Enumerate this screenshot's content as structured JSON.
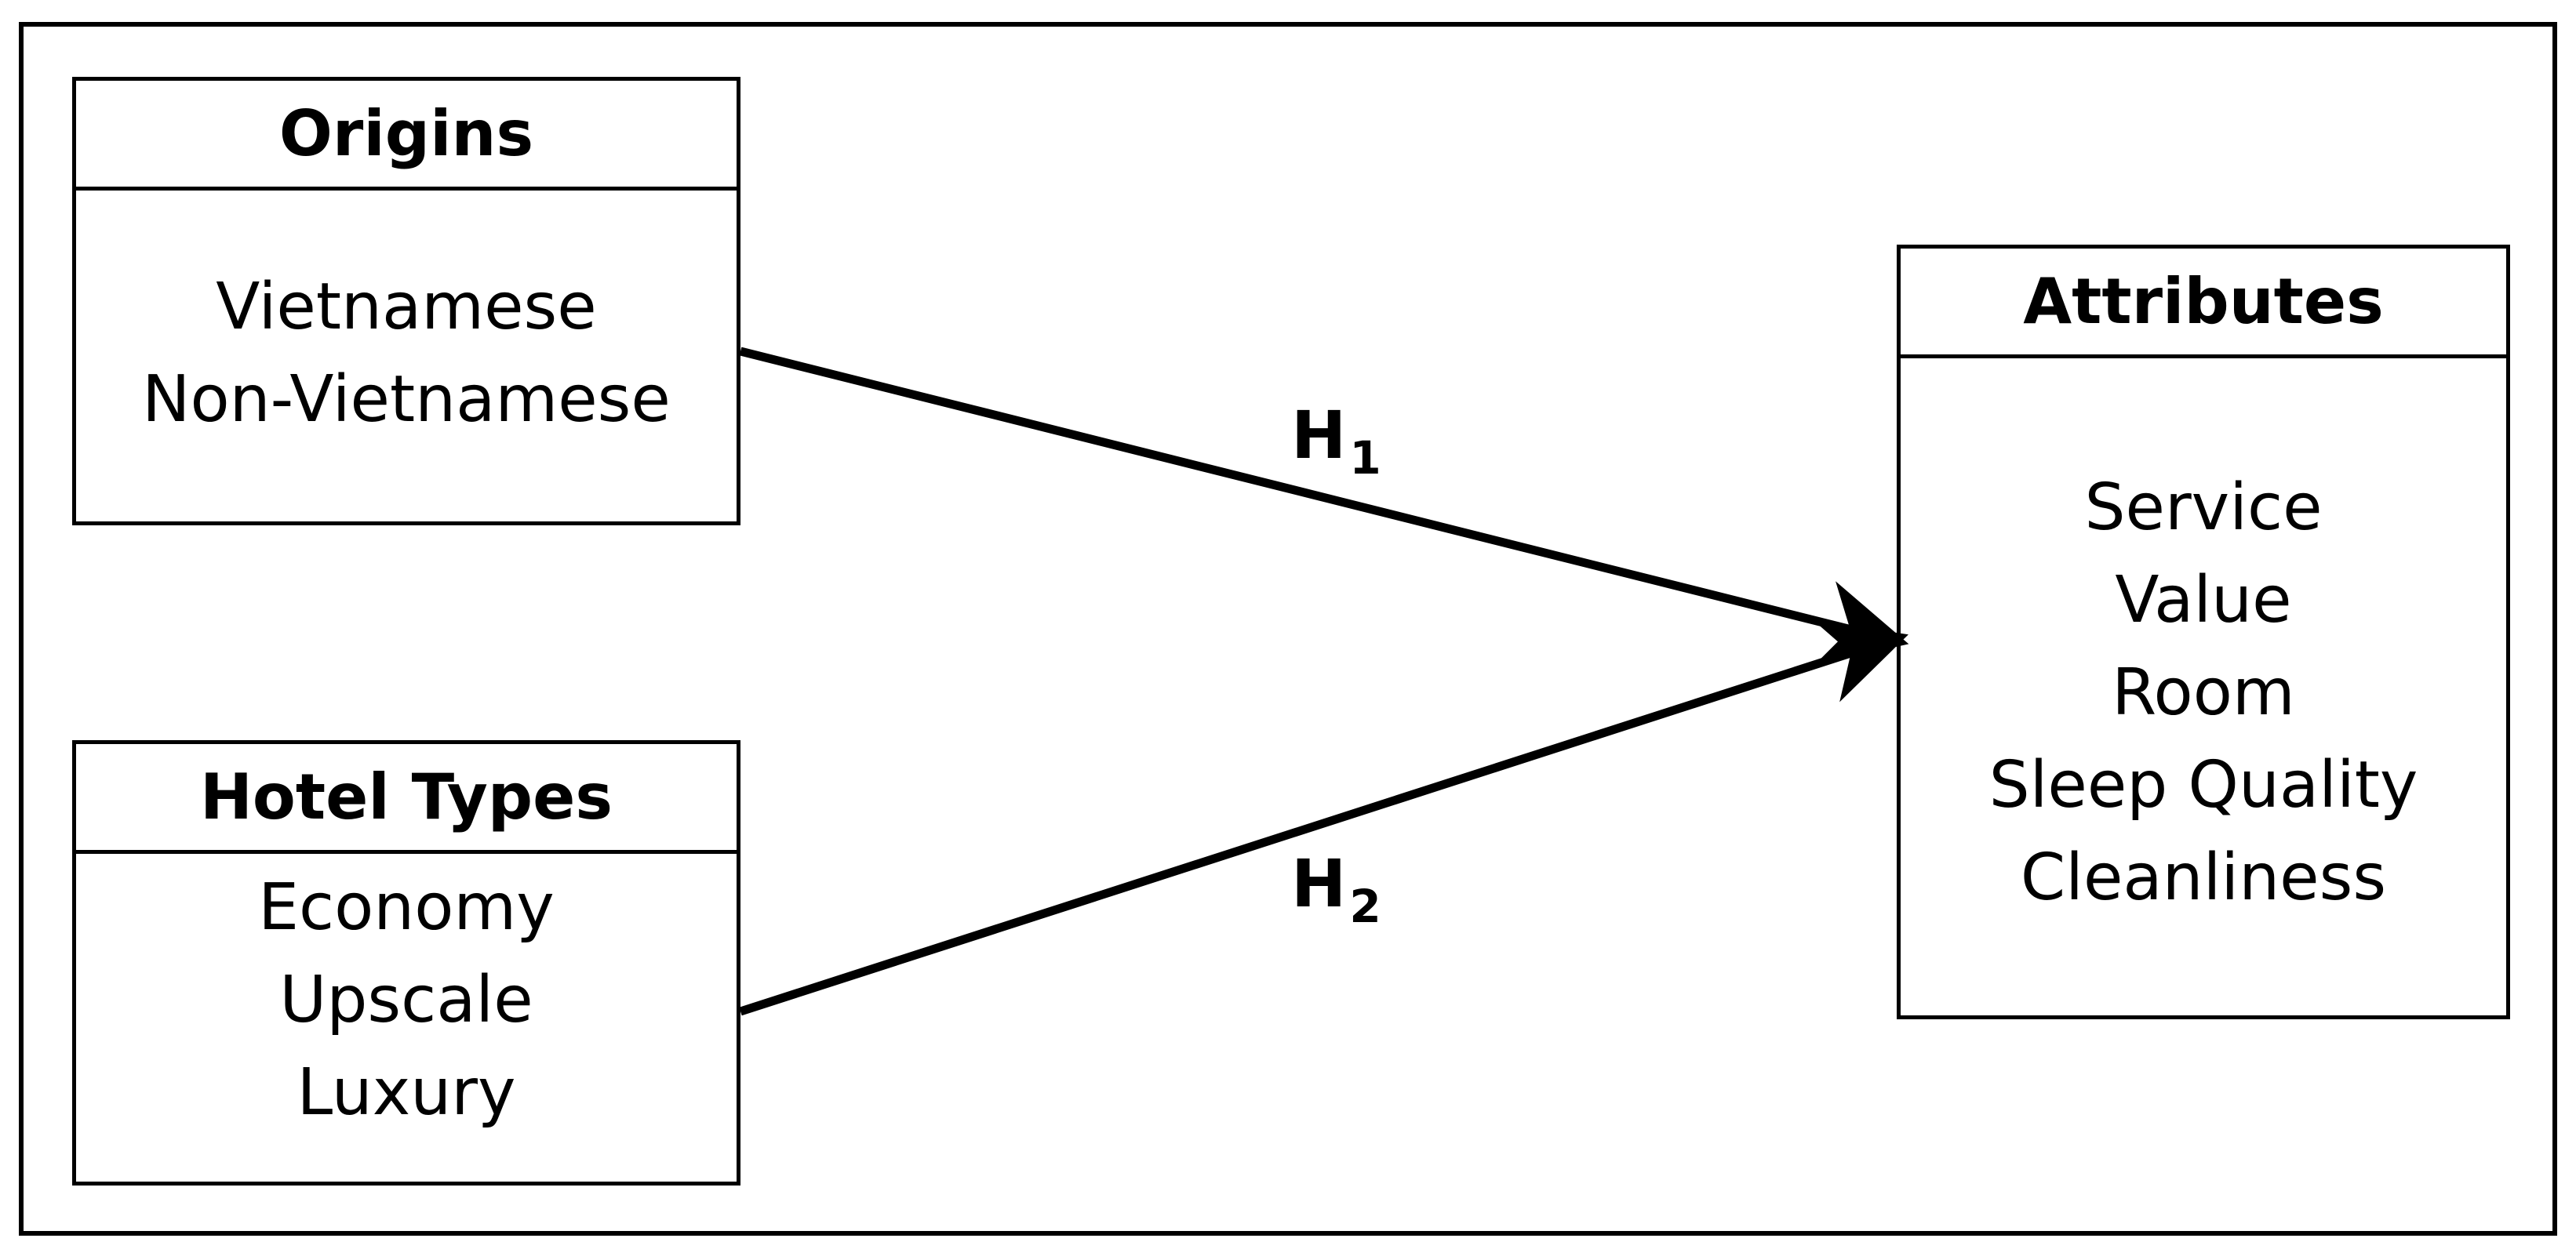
{
  "origins": {
    "title": "Origins",
    "items": [
      "Vietnamese",
      "Non-Vietnamese"
    ]
  },
  "hotel_types": {
    "title": "Hotel Types",
    "items": [
      "Economy",
      "Upscale",
      "Luxury"
    ]
  },
  "attributes": {
    "title": "Attributes",
    "items": [
      "Service",
      "Value",
      "Room",
      "Sleep Quality",
      "Cleanliness"
    ]
  },
  "hypotheses": {
    "h1": {
      "letter": "H",
      "subscript": "1"
    },
    "h2": {
      "letter": "H",
      "subscript": "2"
    }
  }
}
